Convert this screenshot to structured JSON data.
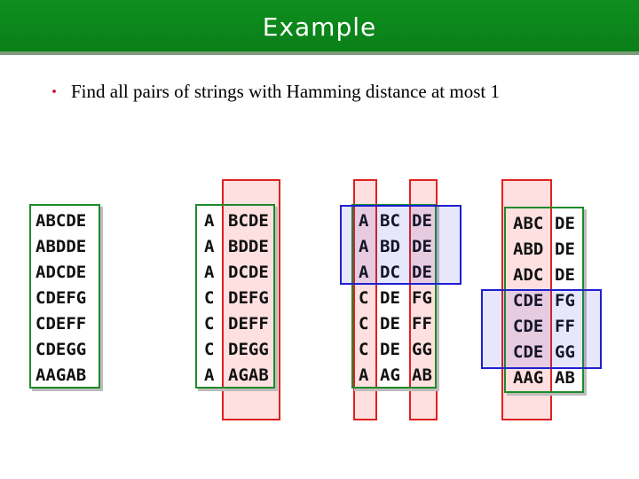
{
  "header": {
    "title": "Example"
  },
  "bullet": {
    "mark": "・",
    "text": "Find all pairs of strings with Hamming distance at most 1"
  },
  "panels": {
    "panel1": {
      "full": [
        "ABCDE",
        "ABDDE",
        "ADCDE",
        "CDEFG",
        "CDEFF",
        "CDEGG",
        "AAGAB"
      ]
    },
    "panel2": {
      "first": [
        "A",
        "A",
        "A",
        "C",
        "C",
        "C",
        "A"
      ],
      "rest": [
        "BCDE",
        "BDDE",
        "DCDE",
        "DEFG",
        "DEFF",
        "DEGG",
        "AGAB"
      ]
    },
    "panel3": {
      "first": [
        "A",
        "A",
        "A",
        "C",
        "C",
        "C",
        "A"
      ],
      "mid": [
        "BC",
        "BD",
        "DC",
        "DE",
        "DE",
        "DE",
        "AG"
      ],
      "last": [
        "DE",
        "DE",
        "DE",
        "FG",
        "FF",
        "GG",
        "AB"
      ]
    },
    "panel4": {
      "first": [
        "ABC",
        "ABD",
        "ADC",
        "CDE",
        "CDE",
        "CDE",
        "AAG"
      ],
      "last": [
        "DE",
        "DE",
        "DE",
        "FG",
        "FF",
        "GG",
        "AB"
      ]
    }
  },
  "colors": {
    "title_bar": "#0f8f1f",
    "box_border": "#1f8a2a",
    "highlight_red": "#e02020",
    "highlight_blue": "#1f1fd0"
  }
}
